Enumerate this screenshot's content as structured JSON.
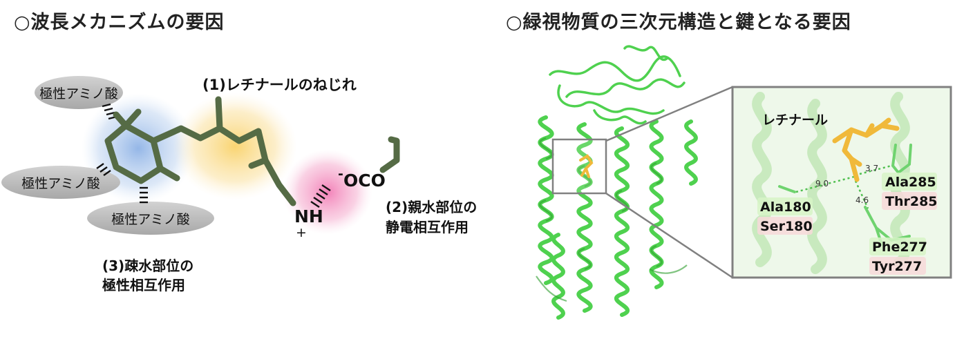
{
  "left": {
    "title": "○波長メカニズムの要因",
    "factor1": "(1)レチナールのねじれ",
    "factor2_line1": "(2)親水部位の",
    "factor2_line2": "静電相互作用",
    "factor3_line1": "(3)疎水部位の",
    "factor3_line2": "極性相互作用",
    "polar_amino_acid": "極性アミノ酸",
    "nh_label": "NH",
    "plus_sign": "+",
    "minus_sign": "-",
    "oco_label": "OCO"
  },
  "right": {
    "title": "○緑視物質の三次元構造と鍵となる要因",
    "retinal_label": "レチナール",
    "residues": {
      "ala285": "Ala285",
      "thr285": "Thr285",
      "ala180": "Ala180",
      "ser180": "Ser180",
      "phe277": "Phe277",
      "tyr277": "Tyr277"
    },
    "distances": {
      "d1": "9.0",
      "d2": "3.7",
      "d3": "4.6"
    }
  },
  "colors": {
    "molecule": "#556b45",
    "protein": "#4fd14f",
    "retinal": "#f0b93a",
    "residue_green": "#d7f5c7",
    "residue_pink": "#f7d9d9"
  }
}
